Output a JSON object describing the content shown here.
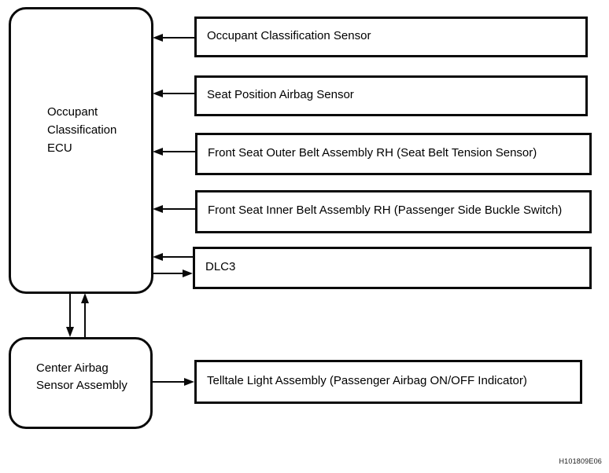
{
  "diagram": {
    "colors": {
      "background": "#ffffff",
      "line": "#0a0a0a"
    },
    "ecu_box": {
      "line1": "Occupant",
      "line2": "Classification",
      "line3": "ECU"
    },
    "center_box": {
      "line1": "Center Airbag",
      "line2": "Sensor Assembly"
    },
    "right_boxes": [
      {
        "label": "Occupant Classification Sensor"
      },
      {
        "label": "Seat Position Airbag Sensor"
      },
      {
        "label": "Front Seat Outer Belt Assembly RH (Seat Belt Tension Sensor)"
      },
      {
        "label": "Front Seat Inner Belt Assembly RH (Passenger Side Buckle Switch)"
      },
      {
        "label": "DLC3"
      },
      {
        "label": "Telltale Light Assembly (Passenger Airbag ON/OFF Indicator)"
      }
    ],
    "figure_code": "H101809E06"
  }
}
